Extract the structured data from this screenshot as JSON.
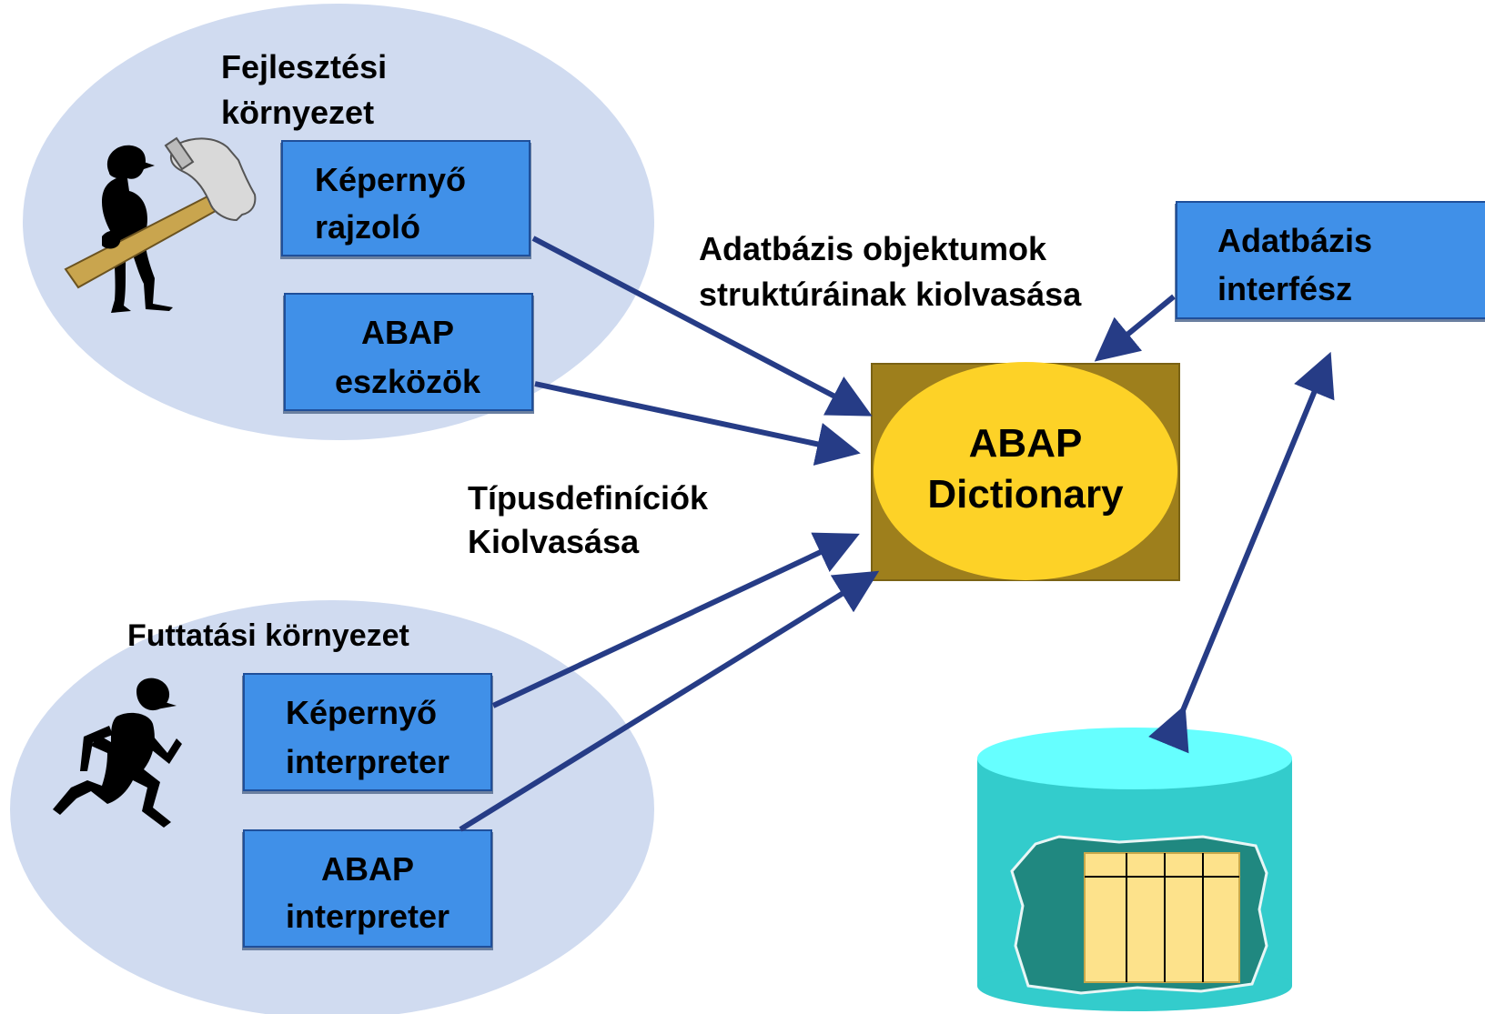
{
  "colors": {
    "ellipse_fill": "#d0dbf0",
    "box_fill": "#4090e8",
    "arrow": "#263c86",
    "dictionary_outer": "#9e7f1c",
    "dictionary_inner": "#fdd227",
    "db_top": "#66ffff",
    "db_body": "#33cccc",
    "db_inner": "#208880",
    "table_fill": "#fde28b"
  },
  "icons": {
    "developer": "person-with-hammer-icon",
    "runner": "running-person-icon",
    "database": "database-cylinder-icon"
  },
  "dev_env": {
    "title_line1": "Fejlesztési",
    "title_line2": "környezet",
    "box1": {
      "line1": "Képernyő",
      "line2": "rajzoló"
    },
    "box2": {
      "line1": "ABAP",
      "line2": "eszközök"
    }
  },
  "run_env": {
    "title": "Futtatási környezet",
    "box1": {
      "line1": "Képernyő",
      "line2": "interpreter"
    },
    "box2": {
      "line1": "ABAP",
      "line2": "interpreter"
    }
  },
  "dictionary": {
    "line1": "ABAP",
    "line2": "Dictionary"
  },
  "db_interface": {
    "line1": "Adatbázis",
    "line2": "interfész"
  },
  "labels": {
    "db_objects_line1": "Adatbázis objektumok",
    "db_objects_line2": "struktúráinak kiolvasása",
    "type_defs_line1": "Típusdefiníciók",
    "type_defs_line2": "Kiolvasása"
  }
}
